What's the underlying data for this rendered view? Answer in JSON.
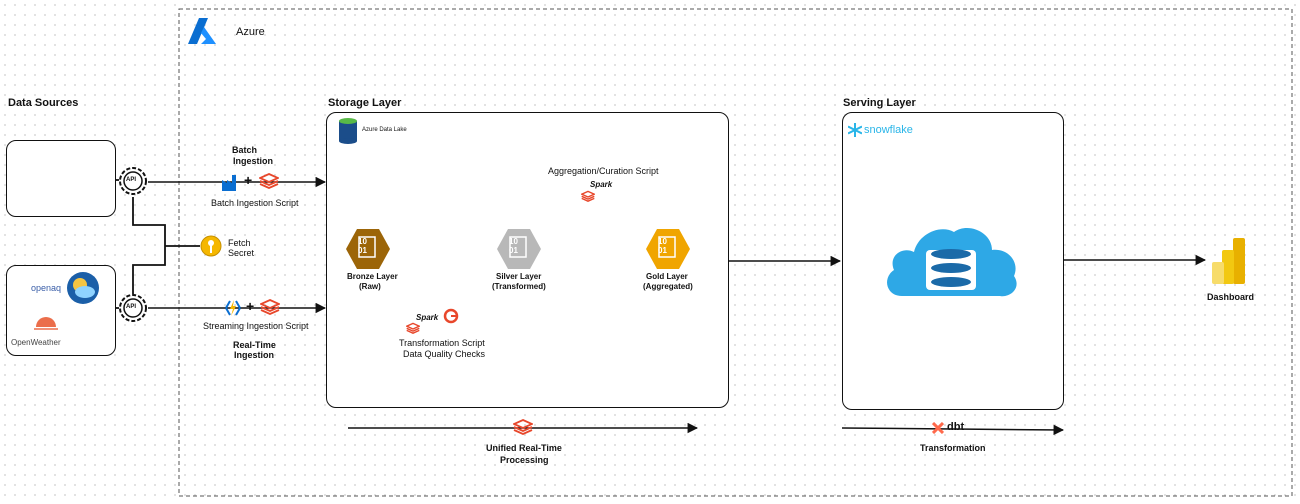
{
  "azure": {
    "label": "Azure"
  },
  "sources": {
    "title": "Data Sources",
    "openaq": "openaq",
    "openweather": "OpenWeather"
  },
  "api": {
    "top": "API",
    "bottom": "API"
  },
  "ingestion": {
    "batch_title_1": "Batch",
    "batch_title_2": "Ingestion",
    "batch_script": "Batch Ingestion Script",
    "fetch_1": "Fetch",
    "fetch_2": "Secret",
    "stream_script": "Streaming  Ingestion Script",
    "realtime_1": "Real-Time",
    "realtime_2": "Ingestion"
  },
  "storage": {
    "title": "Storage Layer",
    "datalake": "Azure Data Lake",
    "bronze_1": "Bronze Layer",
    "bronze_2": "(Raw)",
    "silver_1": "Silver Layer",
    "silver_2": "(Transformed)",
    "gold_1": "Gold Layer",
    "gold_2": "(Aggregated)",
    "hex_text_1": "10",
    "hex_text_2": "01",
    "agg_script": "Aggregation/Curation Script",
    "transform_1": "Transformation Script",
    "transform_2": "Data Quality Checks",
    "spark_1": "Spark",
    "spark_2": "Spark"
  },
  "serving": {
    "title": "Serving Layer",
    "snowflake": "snowflake"
  },
  "dashboard": {
    "label": "Dashboard"
  },
  "bottom": {
    "unified_1": "Unified Real-Time",
    "unified_2": "Processing",
    "dbt": "dbt",
    "transformation": "Transformation"
  },
  "colors": {
    "azure_blue": "#0a6ed1",
    "bronze": "#9c6508",
    "silver": "#b8b8b8",
    "gold": "#f0a500",
    "databricks_red": "#e8472b",
    "cloud_blue": "#2ea8e6",
    "powerbi_yellow": "#f2c811",
    "dbt_orange": "#ff694b"
  }
}
